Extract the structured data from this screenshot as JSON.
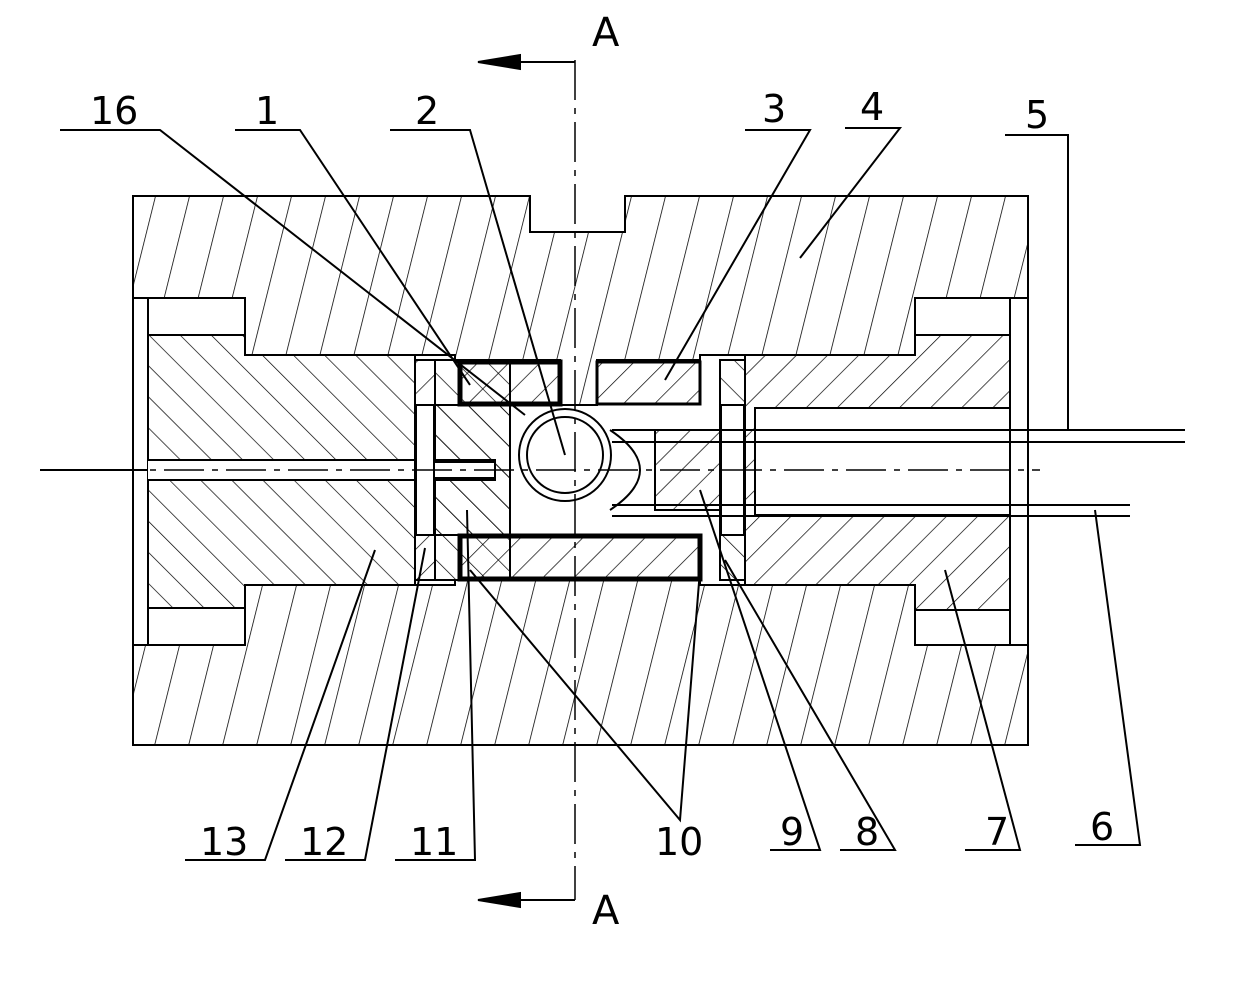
{
  "section": {
    "top_letter": "A",
    "bottom_letter": "A"
  },
  "labels": {
    "l16": "16",
    "l1": "1",
    "l2": "2",
    "l3": "3",
    "l4": "4",
    "l5": "5",
    "l13": "13",
    "l12": "12",
    "l11": "11",
    "l10": "10",
    "l9": "9",
    "l8": "8",
    "l7": "7",
    "l6": "6"
  },
  "colors": {
    "line": "#000000",
    "background": "#ffffff"
  }
}
